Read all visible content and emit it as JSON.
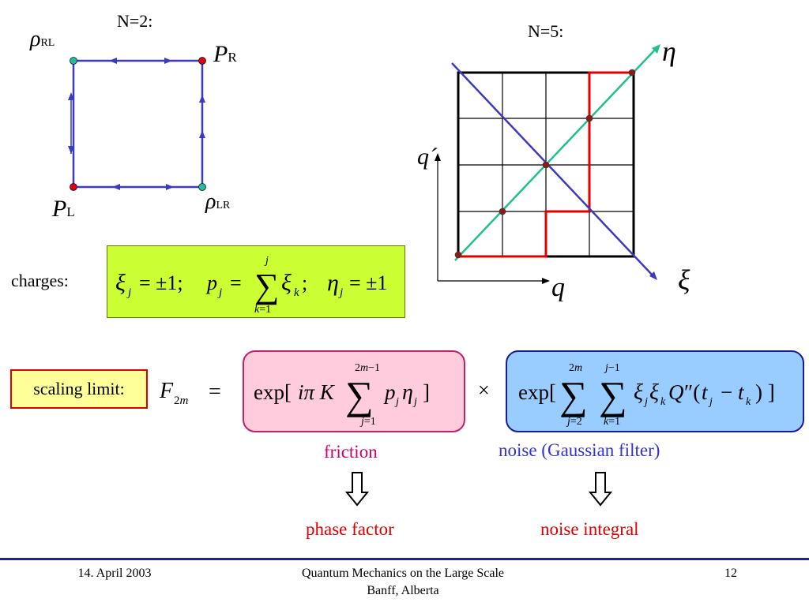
{
  "diagram_left": {
    "title": "N=2:",
    "rho_rl": "RL",
    "p_r": "R",
    "p_l": "L",
    "rho_lr": "LR",
    "rho_symbol": "ρ",
    "p_symbol": "P"
  },
  "diagram_right": {
    "title": "N=5:",
    "eta": "η",
    "xi": "ξ",
    "q": "q",
    "q_prime": "q´"
  },
  "charges": {
    "label": "charges:"
  },
  "scaling": {
    "label": "scaling limit:",
    "friction": "friction",
    "noise": "noise (Gaussian filter)",
    "phase_factor": "phase factor",
    "noise_integral": "noise integral"
  },
  "footer": {
    "date": "14. April 2003",
    "title_line1": "Quantum Mechanics on the Large Scale",
    "title_line2": "Banff, Alberta",
    "page": "12"
  },
  "colors": {
    "blue_line": "#3b3bbf",
    "green_box": "#ccff33",
    "pink_box": "#ffccdd",
    "blue_box": "#99ccff",
    "red": "#e00000",
    "teal": "#1fbf8f",
    "friction_text": "#cc0066",
    "noise_text": "#3333cc"
  }
}
